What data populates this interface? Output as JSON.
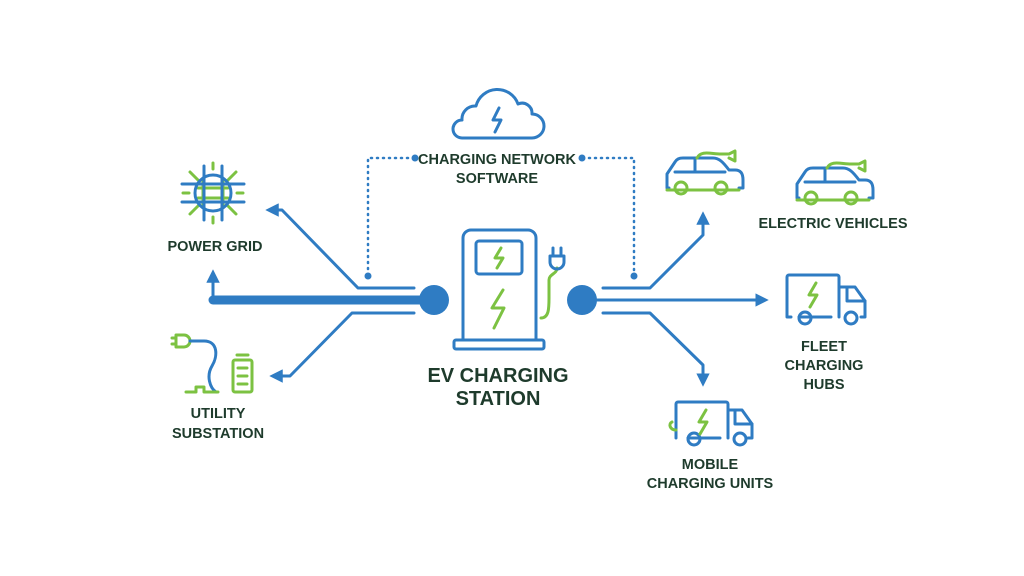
{
  "colors": {
    "primary_blue": "#2f7cc3",
    "accent_green": "#7cc242",
    "label_text": "#1e3b2c",
    "background": "#ffffff"
  },
  "center": {
    "title_line1": "EV CHARGING",
    "title_line2": "STATION",
    "icon": "charging-pump-icon"
  },
  "software": {
    "line1": "CHARGING NETWORK",
    "line2": "SOFTWARE",
    "icon": "cloud-lightning-icon"
  },
  "sources": [
    {
      "lines": [
        "POWER GRID"
      ],
      "icon": "power-grid-icon"
    },
    {
      "lines": [
        "UTILITY",
        "SUBSTATION"
      ],
      "icon": "plug-battery-icon"
    }
  ],
  "destinations": [
    {
      "lines": [
        "ELECTRIC VEHICLES"
      ],
      "icon": "electric-car-icon"
    },
    {
      "lines": [
        "FLEET",
        "CHARGING",
        "HUBS"
      ],
      "icon": "delivery-truck-icon"
    },
    {
      "lines": [
        "MOBILE",
        "CHARGING UNITS"
      ],
      "icon": "mobile-charging-van-icon"
    }
  ]
}
